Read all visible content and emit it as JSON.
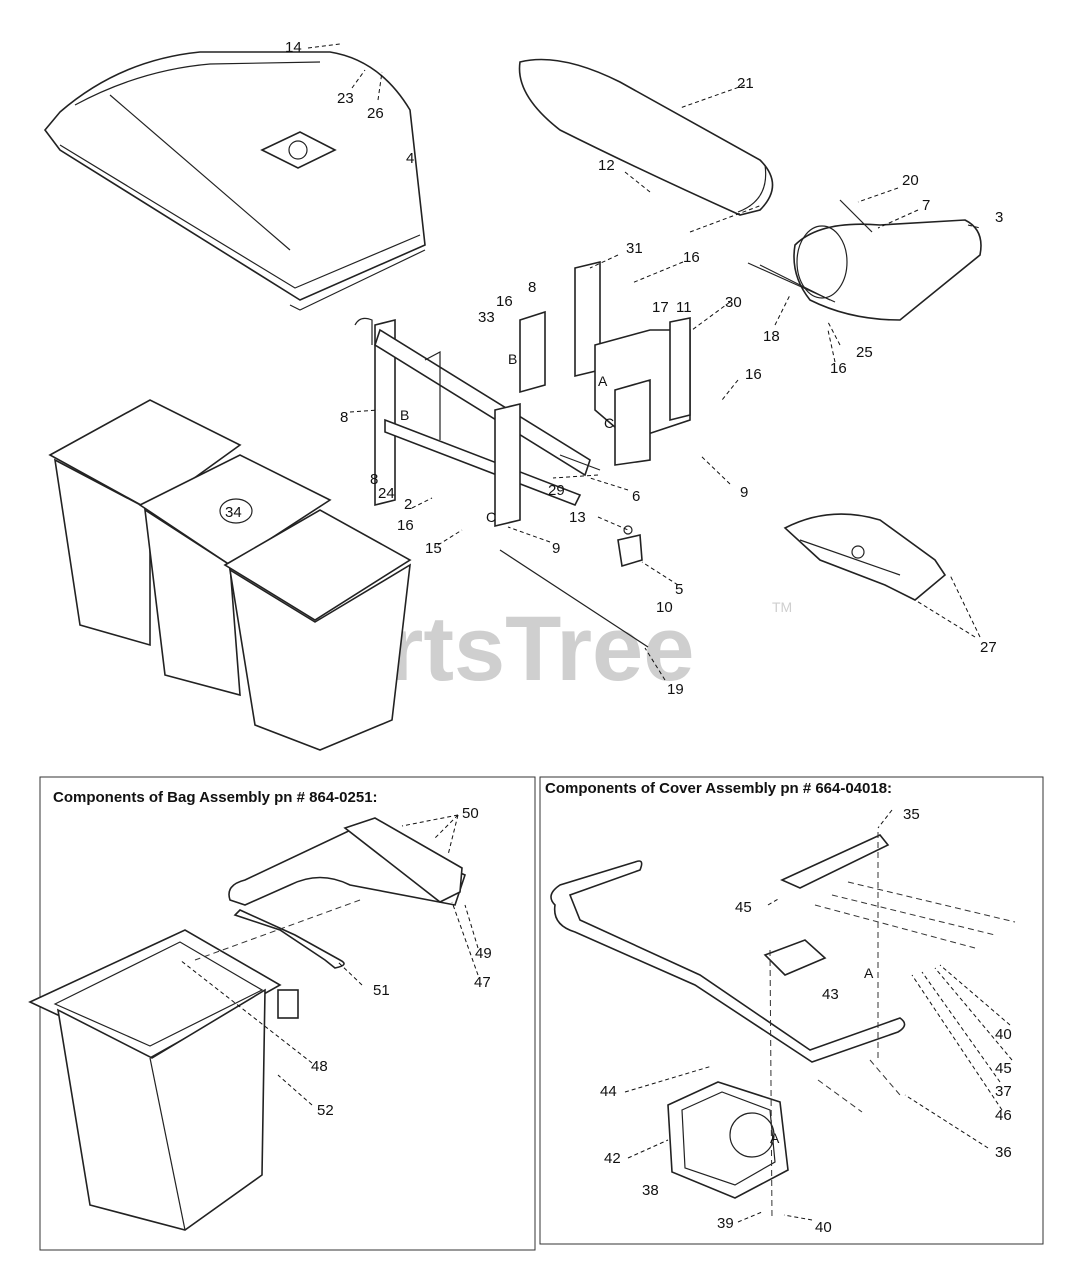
{
  "watermark": {
    "text": "PartsTree",
    "trademark": "TM"
  },
  "upper_callouts": [
    "14",
    "23",
    "26",
    "4",
    "21",
    "12",
    "20",
    "7",
    "3",
    "16",
    "31",
    "8",
    "16",
    "33",
    "17",
    "11",
    "30",
    "18",
    "25",
    "16",
    "16",
    "8",
    "8",
    "24",
    "2",
    "29",
    "6",
    "9",
    "16",
    "13",
    "15",
    "9",
    "5",
    "10",
    "19",
    "27",
    "34"
  ],
  "upper_letters": [
    "B",
    "B",
    "A",
    "C",
    "C"
  ],
  "bag_panel": {
    "title": "Components of Bag Assembly pn # 864-0251:",
    "callouts": [
      "50",
      "49",
      "51",
      "47",
      "48",
      "52"
    ]
  },
  "cover_panel": {
    "title": "Components of Cover Assembly pn # 664-04018:",
    "callouts": [
      "35",
      "45",
      "43",
      "40",
      "45",
      "37",
      "46",
      "36",
      "44",
      "42",
      "38",
      "39",
      "40"
    ],
    "letters": [
      "A",
      "A"
    ]
  }
}
